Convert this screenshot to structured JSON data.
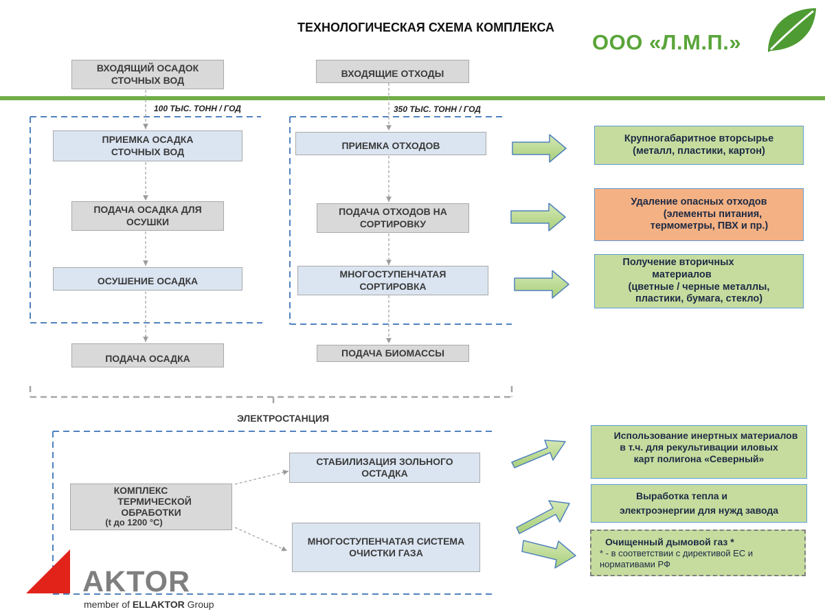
{
  "title": "ТЕХНОЛОГИЧЕСКАЯ СХЕМА  КОМПЛЕКСА",
  "company": "ООО «Л.М.П.»",
  "left_flow": {
    "input": "ВХОДЯЩИЙ ОСАДОК СТОЧНЫХ ВОД",
    "capacity": "100 ТЫС. ТОНН / ГОД",
    "steps": [
      "ПРИЕМКА ОСАДКА СТОЧНЫХ ВОД",
      "ПОДАЧА ОСАДКА ДЛЯ ОСУШКИ",
      "ОСУШЕНИЕ ОСАДКА"
    ],
    "output": "ПОДАЧА ОСАДКА"
  },
  "right_flow": {
    "input": "ВХОДЯЩИЕ ОТХОДЫ",
    "capacity": "350 ТЫС. ТОНН / ГОД",
    "steps": [
      "ПРИЕМКА ОТХОДОВ",
      "ПОДАЧА ОТХОДОВ НА СОРТИРОВКУ",
      "МНОГОСТУПЕНЧАТАЯ СОРТИРОВКА"
    ],
    "output": "ПОДАЧА БИОМАССЫ"
  },
  "results_top": [
    {
      "line1": "Крупногабаритное вторсырье",
      "line2": "(металл, пластики, картон)"
    },
    {
      "line1": "Удаление опасных отходов",
      "line2": "(элементы питания,",
      "line3": "термометры, ПВХ и пр.)"
    },
    {
      "line1": "Получение вторичных",
      "line2": "материалов",
      "line3": "(цветные / черные металлы,",
      "line4": "пластики, бумага, стекло)"
    }
  ],
  "power_station": {
    "label": "ЭЛЕКТРОСТАНЦИЯ",
    "complex": {
      "line1": "КОМПЛЕКС",
      "line2": "ТЕРМИЧЕСКОЙ",
      "line3": "ОБРАБОТКИ",
      "line4": "(t до 1200 °С)"
    },
    "stabilization": "СТАБИЛИЗАЦИЯ ЗОЛЬНОГО ОСТАДКА",
    "gas_cleaning": "МНОГОСТУПЕНЧАТАЯ СИСТЕМА ОЧИСТКИ ГАЗА"
  },
  "results_bottom": [
    {
      "line1": "Использование инертных материалов",
      "line2": "в т.ч. для рекультивации иловых",
      "line3": "карт полигона «Северный»"
    },
    {
      "line1": "Выработка тепла и",
      "line2": "электроэнергии для нужд  завода"
    },
    {
      "title": "Очищенный дымовой газ *",
      "note1": "* - в соответствии с директивой ЕС и",
      "note2": "нормативами РФ"
    }
  ],
  "logo": {
    "name": "AKTOR",
    "tagline_prefix": "member of ",
    "tagline_brand": "ELLAKTOR",
    "tagline_suffix": " Group"
  },
  "colors": {
    "accent_green": "#70ad47",
    "company_green": "#5aa53a",
    "dash_blue": "#4f81bd",
    "aktor_red": "#e2231a"
  }
}
